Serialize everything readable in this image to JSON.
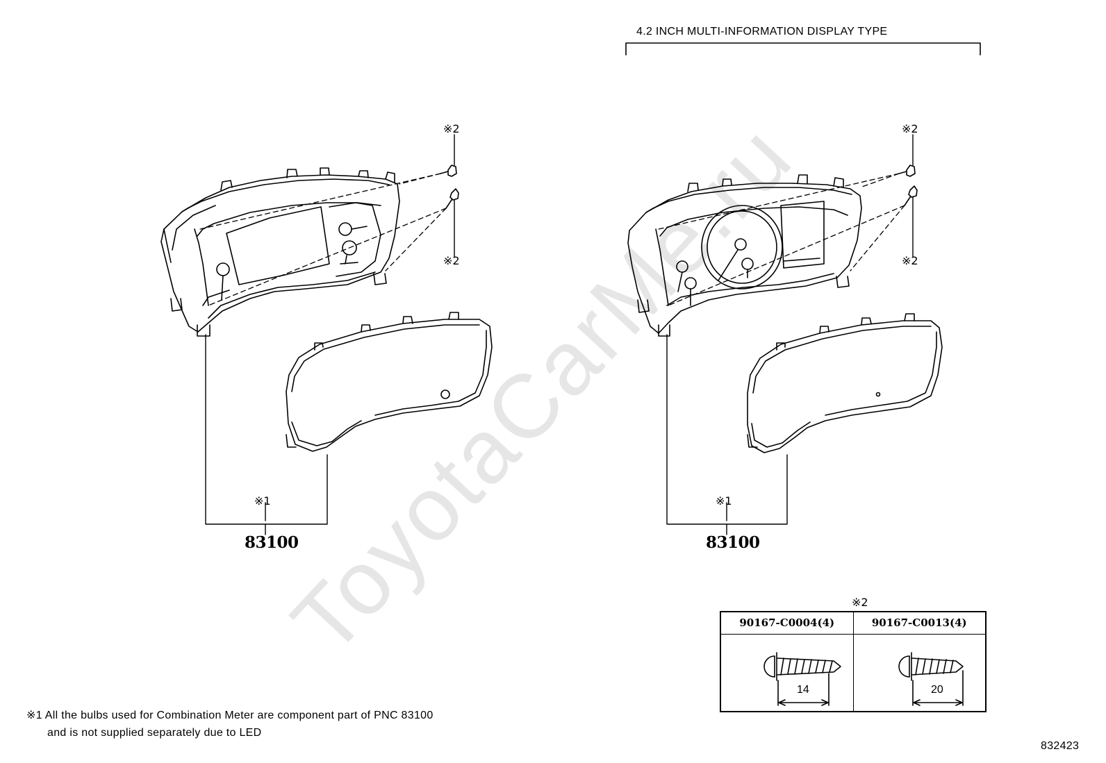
{
  "header": {
    "display_type": "4.2 INCH MULTI-INFORMATION DISPLAY TYPE"
  },
  "watermark": "ToyotaCarMe.ru",
  "callouts": {
    "note1": "※1",
    "note2": "※2"
  },
  "left_assembly": {
    "part_number": "83100"
  },
  "right_assembly": {
    "part_number": "83100"
  },
  "screws_table": {
    "caption": "※2",
    "columns": [
      {
        "part": "90167-C0004(4)",
        "length": "14"
      },
      {
        "part": "90167-C0013(4)",
        "length": "20"
      }
    ]
  },
  "footnote": {
    "line1": "※1 All the bulbs used for Combination Meter are component part of PNC 83100",
    "line2": "and is not supplied separately due to LED"
  },
  "illustration_id": "832423"
}
